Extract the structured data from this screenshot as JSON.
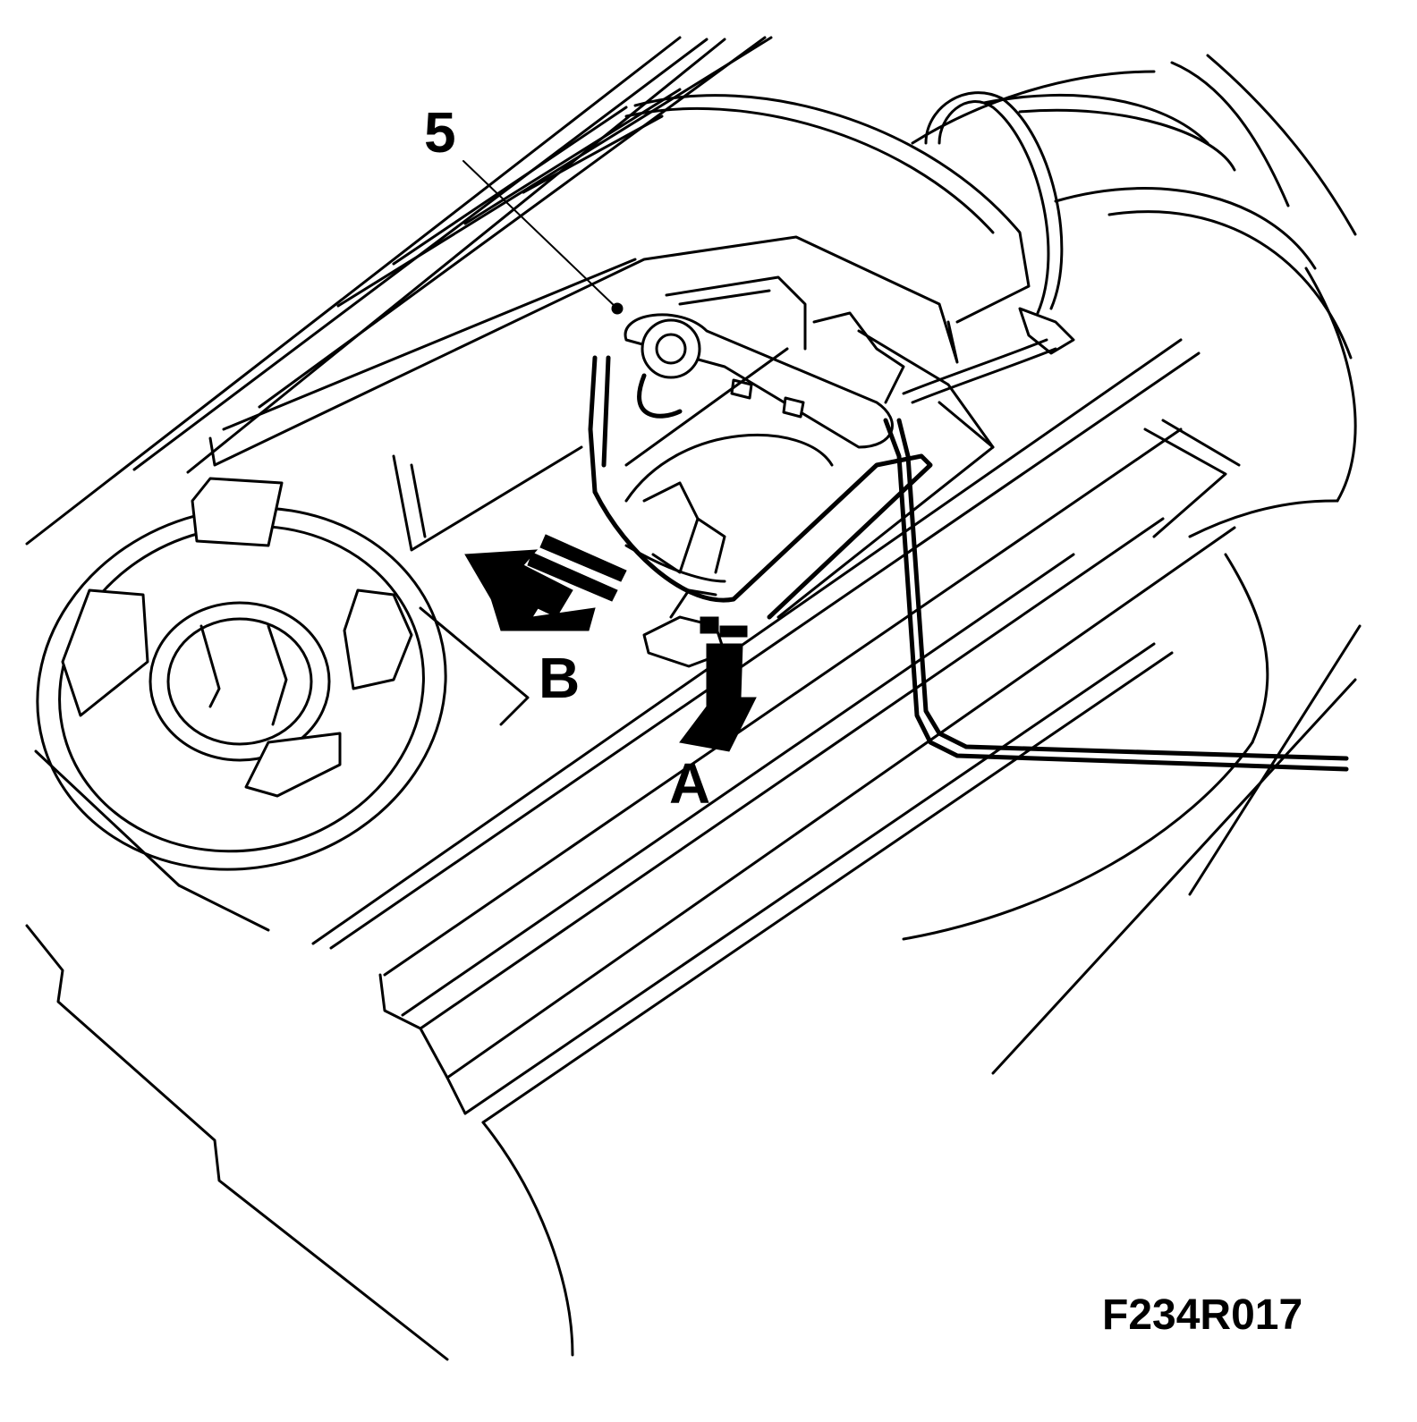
{
  "diagram": {
    "labels": {
      "part_number": "5",
      "direction_a": "A",
      "direction_b": "B"
    },
    "figure_code": "F234R017",
    "colors": {
      "ink": "#000000",
      "paper": "#ffffff"
    }
  }
}
